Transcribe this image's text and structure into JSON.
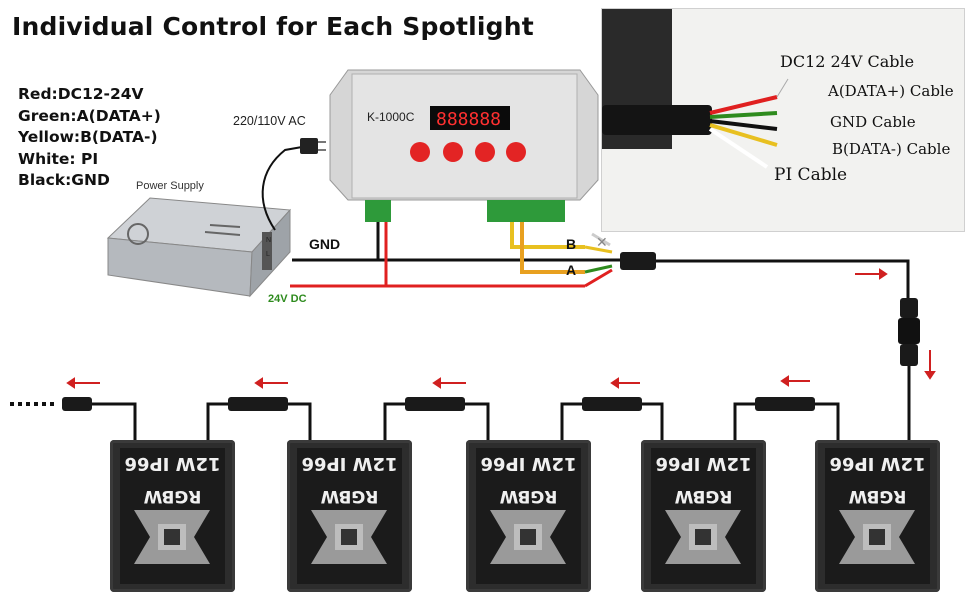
{
  "title": "Individual Control for Each Spotlight",
  "legend": [
    "Red:DC12-24V",
    "Green:A(DATA+)",
    "Yellow:B(DATA-)",
    "White: PI",
    "Black:GND"
  ],
  "labels": {
    "ac": "220/110V AC",
    "power_supply": "Power Supply",
    "gnd": "GND",
    "dc24": "24V DC",
    "b": "B",
    "a": "A",
    "controller_name": "K-1000C",
    "display": "888888"
  },
  "inset": {
    "dc": "DC12 24V Cable",
    "a": "A(DATA+) Cable",
    "gnd": "GND Cable",
    "b": "B(DATA-) Cable",
    "pi": "PI Cable"
  },
  "spotlight": {
    "line1": "RGBW",
    "line2": "12W IP66"
  },
  "spotlights": 5,
  "colors": {
    "red": "#e02020",
    "yellow": "#e8c020",
    "green": "#2e8b1e",
    "arrow": "#d02020"
  }
}
